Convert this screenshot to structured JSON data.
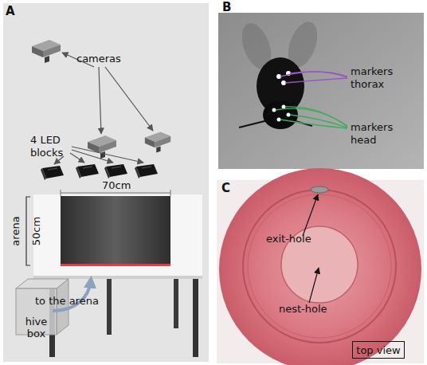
{
  "diagram": {
    "nodes": [
      {
        "text": [
          "hive box"
        ]
      },
      {
        "text": [
          "top view"
        ]
      }
    ],
    "labels": [
      "A",
      "cameras",
      "4 LED blocks",
      "70cm",
      "arena",
      "50cm",
      "to the arena",
      "B",
      "markers thorax",
      "markers head",
      "C",
      "exit-hole",
      "nest-hole"
    ]
  }
}
